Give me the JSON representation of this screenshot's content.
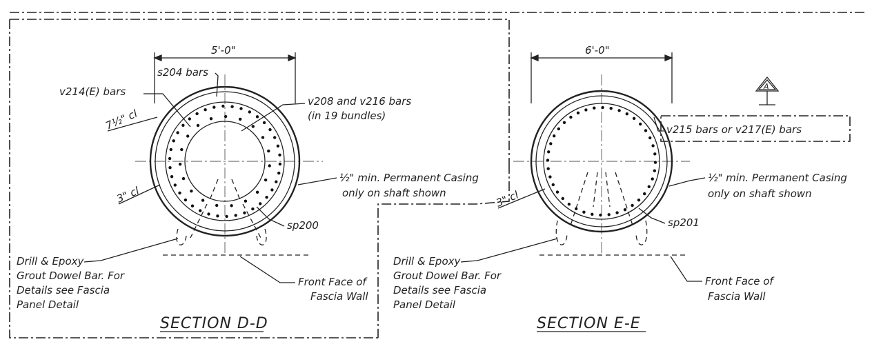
{
  "section_d": {
    "title": "SECTION D-D",
    "diameter": "5'-0\"",
    "bars_s": "s204 bars",
    "bars_v_e": "v214(E) bars",
    "bars_v": "v208 and v216 bars",
    "bundles": "(in 19 bundles)",
    "clear_top": "7½\" cl",
    "clear_bottom": "3\" cl",
    "casing_line1": "½\" min. Permanent Casing",
    "casing_line2": "only on shaft shown",
    "spiral": "sp200",
    "dowel_lines": [
      "Drill & Epoxy",
      "Grout Dowel Bar. For",
      "Details see Fascia",
      "Panel Detail"
    ],
    "front_face_lines": [
      "Front Face of",
      "Fascia Wall"
    ]
  },
  "section_e": {
    "title": "SECTION E-E",
    "diameter": "6'-0\"",
    "revision_mark": "A",
    "bars_v": "v215 bars or v217(E) bars",
    "clear_bottom": "3\" cl",
    "casing_line1": "½\" min. Permanent Casing",
    "casing_line2": "only on shaft shown",
    "spiral": "sp201",
    "dowel_lines": [
      "Drill & Epoxy",
      "Grout Dowel Bar. For",
      "Details see Fascia",
      "Panel Detail"
    ],
    "front_face_lines": [
      "Front Face of",
      "Fascia Wall"
    ]
  }
}
